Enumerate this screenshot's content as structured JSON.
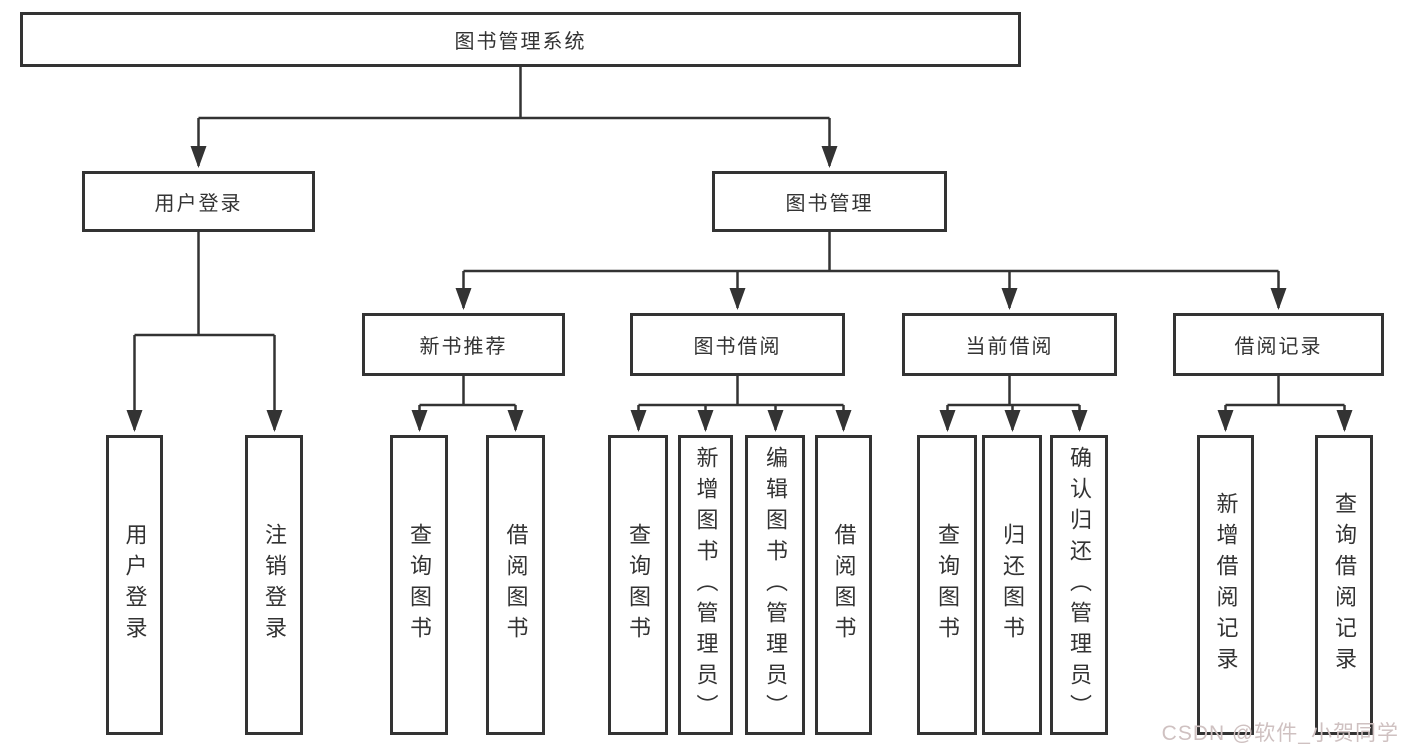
{
  "diagram": {
    "root": {
      "label": "图书管理系统"
    },
    "level2": [
      {
        "id": "user-login",
        "label": "用户登录"
      },
      {
        "id": "book-management",
        "label": "图书管理"
      }
    ],
    "level3": [
      {
        "id": "new-book-recommend",
        "label": "新书推荐"
      },
      {
        "id": "book-borrow",
        "label": "图书借阅"
      },
      {
        "id": "current-borrow",
        "label": "当前借阅"
      },
      {
        "id": "borrow-records",
        "label": "借阅记录"
      }
    ],
    "leaves": {
      "user_login": [
        {
          "label": "用户登录"
        },
        {
          "label": "注销登录"
        }
      ],
      "new_book": [
        {
          "label": "查询图书"
        },
        {
          "label": "借阅图书"
        }
      ],
      "book_borrow": [
        {
          "label": "查询图书"
        },
        {
          "label": "新增图书（管理员）"
        },
        {
          "label": "编辑图书（管理员）"
        },
        {
          "label": "借阅图书"
        }
      ],
      "current_borrow": [
        {
          "label": "查询图书"
        },
        {
          "label": "归还图书"
        },
        {
          "label": "确认归还（管理员）"
        }
      ],
      "borrow_records": [
        {
          "label": "新增借阅记录"
        },
        {
          "label": "查询借阅记录"
        }
      ]
    }
  },
  "watermark": {
    "text": "CSDN @软件_小贺同学"
  },
  "colors": {
    "line": "#333333",
    "box_border": "#333333",
    "text": "#333333",
    "watermark": "#cfc1c1",
    "background": "#ffffff"
  }
}
